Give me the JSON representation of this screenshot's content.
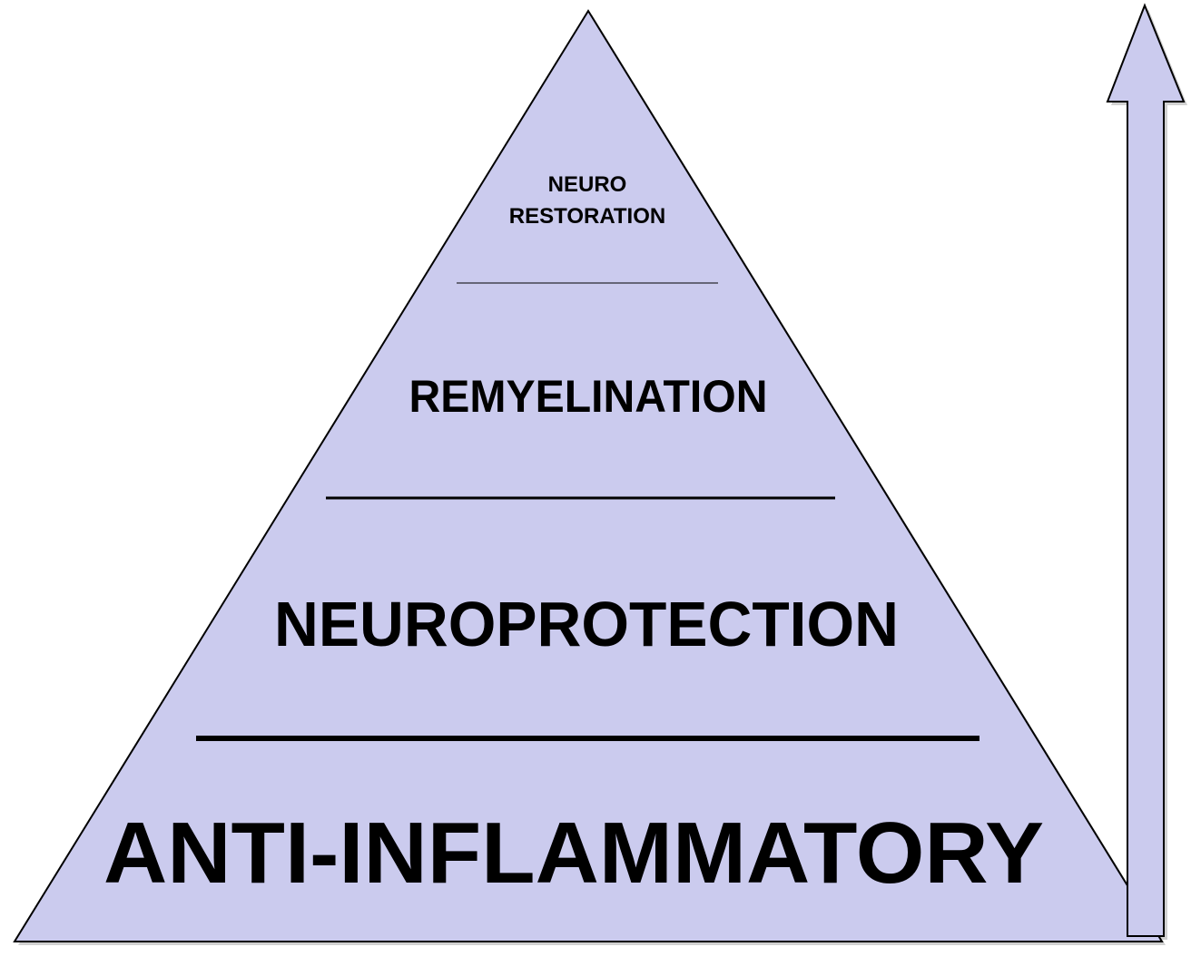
{
  "diagram": {
    "tiers": {
      "top": {
        "line1": "NEURO",
        "line2": "RESTORATION"
      },
      "second": {
        "label": "REMYELINATION"
      },
      "third": {
        "label": "NEUROPROTECTION"
      },
      "base": {
        "label": "ANTI-INFLAMMATORY"
      }
    },
    "colors": {
      "fill": "#cbcbee",
      "stroke": "#000000",
      "text": "#000000"
    },
    "arrow_direction": "up"
  }
}
